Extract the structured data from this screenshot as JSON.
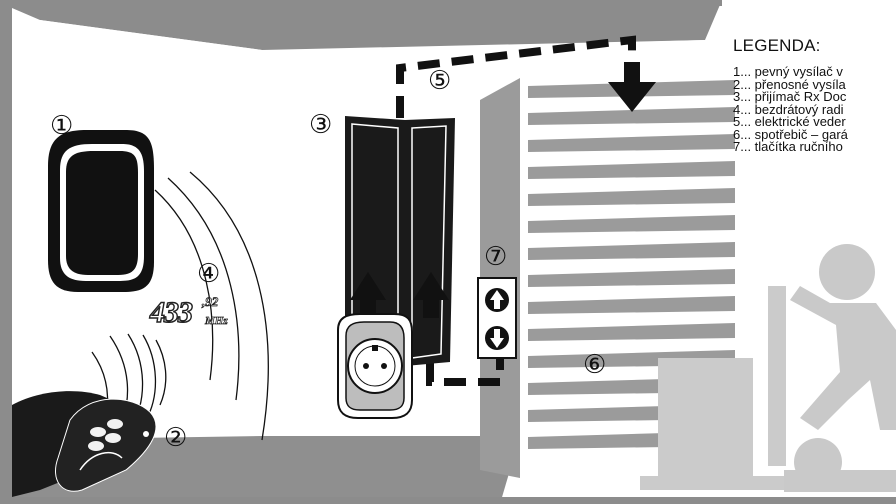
{
  "legend": {
    "title": "LEGENDA:",
    "items": [
      "1... pevný vysílač v",
      "2... přenosné vysíla",
      "3... přijímač Rx Doc",
      "4... bezdrátový radi",
      "5... elektrické veder",
      "6... spotřebič – gará",
      "7... tlačítka ručního"
    ]
  },
  "callouts": {
    "n1": "①",
    "n2": "②",
    "n3": "③",
    "n4": "④",
    "n5": "⑤",
    "n6": "⑥",
    "n7": "⑦"
  },
  "frequency": {
    "main": "433",
    "decimal": ",92",
    "unit": "MHz"
  },
  "colors": {
    "wall_gray": "#8c8c8c",
    "wall_white": "#ffffff",
    "floor_gray": "#8f8f8f",
    "device_black": "#1a1a1a",
    "person_gray": "#c9c9c9",
    "slat_gray": "#9b9b9b"
  },
  "icons": [
    "wall-transmitter-icon",
    "remote-control-icon",
    "receiver-box-icon",
    "socket-icon",
    "up-arrow-button-icon",
    "down-arrow-button-icon",
    "person-pushing-cart-icon"
  ]
}
